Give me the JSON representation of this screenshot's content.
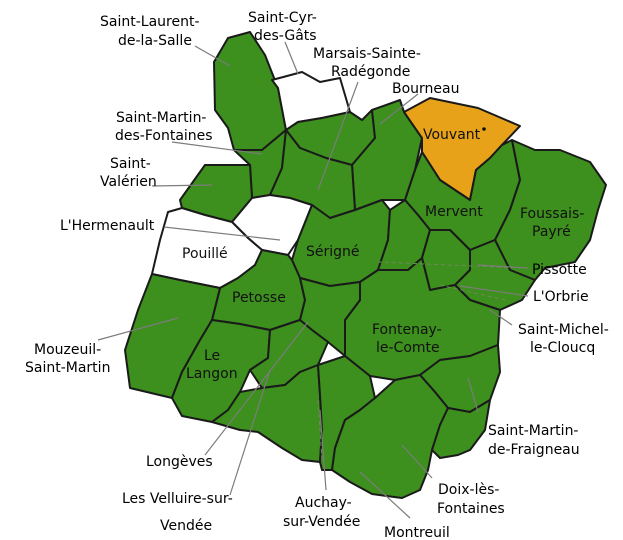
{
  "map": {
    "colors": {
      "commune": "#3d8f1e",
      "excluded": "#ffffff",
      "highlight": "#e8a21a",
      "border": "#1a1a1a"
    },
    "highlighted_commune": "Vouvant",
    "inside_labels": {
      "vouvant": "Vouvant",
      "mervent": "Mervent",
      "foussais_1": "Foussais-",
      "foussais_2": "Payré",
      "pouille": "Pouillé",
      "serigne": "Sérigné",
      "petosse": "Petosse",
      "fontenay_1": "Fontenay-",
      "fontenay_2": "le-Comte",
      "le_langon_1": "Le",
      "le_langon_2": "Langon"
    },
    "outside_labels": {
      "saint_laurent_1": "Saint-Laurent-",
      "saint_laurent_2": "de-la-Salle",
      "saint_cyr_1": "Saint-Cyr-",
      "saint_cyr_2": "des-Gâts",
      "marsais_1": "Marsais-Sainte-",
      "marsais_2": "Radégonde",
      "bourneau": "Bourneau",
      "saint_martin_fontaines_1": "Saint-Martin-",
      "saint_martin_fontaines_2": "des-Fontaines",
      "saint_valerien_1": "Saint-",
      "saint_valerien_2": "Valérien",
      "lhermenault": "L'Hermenault",
      "pissotte": "Pissotte",
      "lorbrie": "L'Orbrie",
      "saint_michel_1": "Saint-Michel-",
      "saint_michel_2": "le-Cloucq",
      "mouzeuil_1": "Mouzeuil-",
      "mouzeuil_2": "Saint-Martin",
      "saint_martin_fraigneau_1": "Saint-Martin-",
      "saint_martin_fraigneau_2": "de-Fraigneau",
      "longeves": "Longèves",
      "velluire_1": "Les Velluire-sur-",
      "velluire_2": "Vendée",
      "doix_1": "Doix-lès-",
      "doix_2": "Fontaines",
      "auchay_1": "Auchay-",
      "auchay_2": "sur-Vendée",
      "montreuil": "Montreuil"
    }
  }
}
